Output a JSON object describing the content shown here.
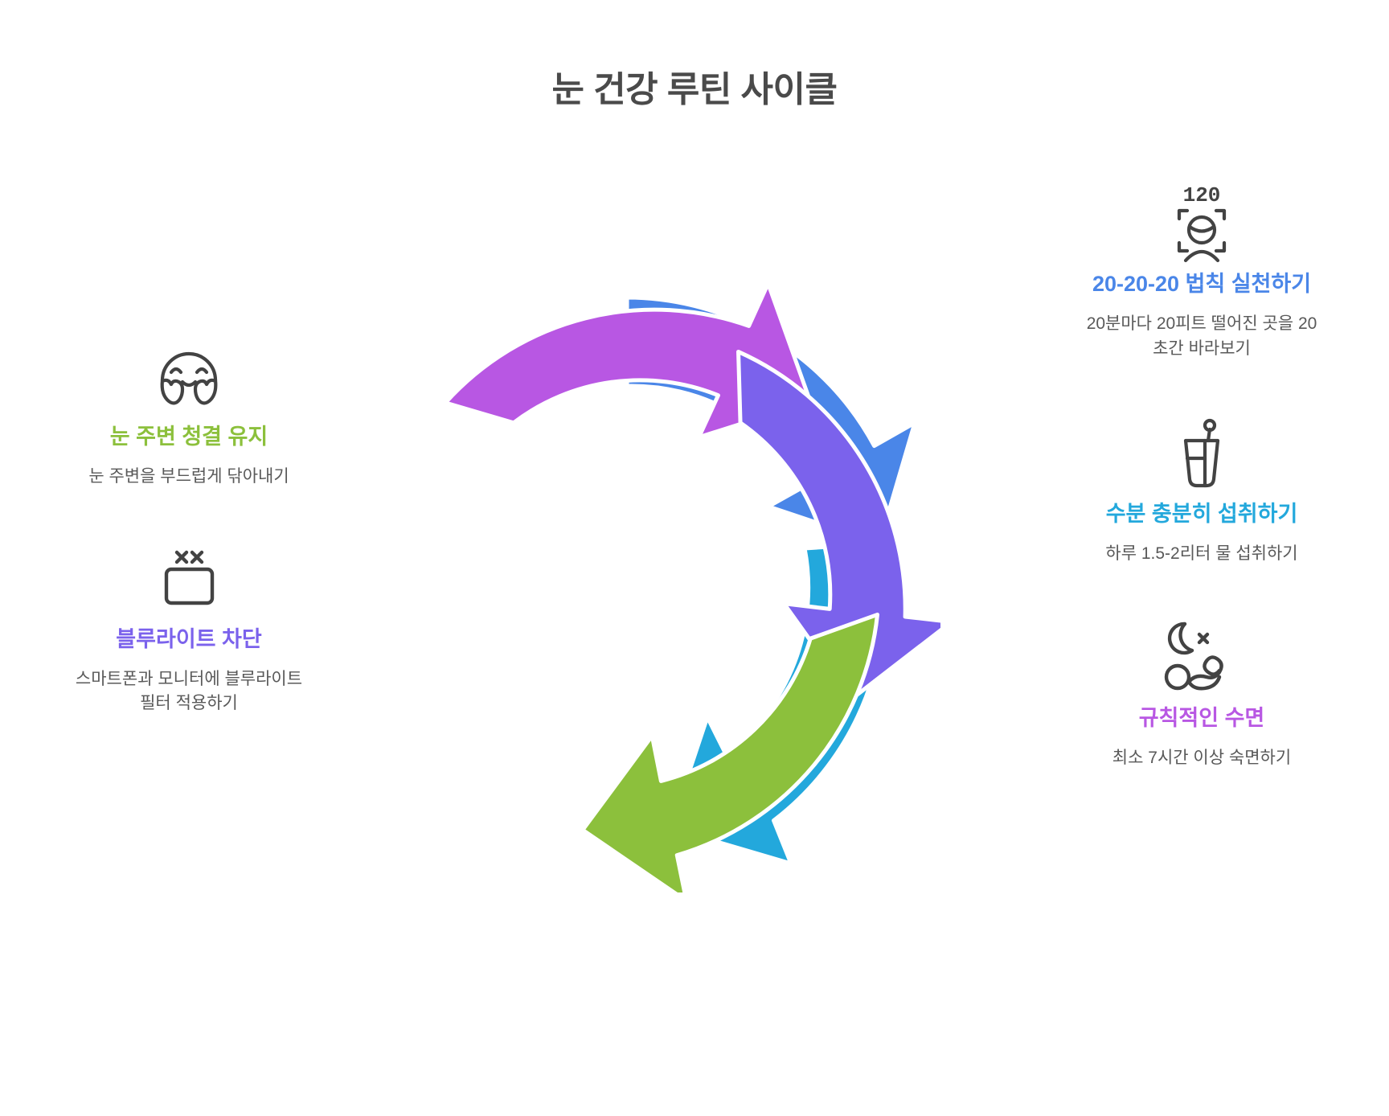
{
  "title": "눈 건강 루틴 사이클",
  "colors": {
    "title": "#4a4a4a",
    "blue": "#4a86e8",
    "cyan": "#23a8dc",
    "magenta": "#b857e3",
    "purple": "#7b62ec",
    "green": "#8cc03c",
    "body_text": "#595959",
    "icon_stroke": "#434343",
    "background": "#ffffff"
  },
  "wheel": {
    "segments": [
      {
        "name": "20-20-20 법칙 실천하기",
        "color": "#4a86e8"
      },
      {
        "name": "수분 충분히 섭취하기",
        "color": "#23a8dc"
      },
      {
        "name": "규칙적인 수면",
        "color": "#b857e3"
      },
      {
        "name": "블루라이트 차단",
        "color": "#7b62ec"
      },
      {
        "name": "눈 주변 청결 유지",
        "color": "#8cc03c"
      }
    ]
  },
  "right_items": [
    {
      "icon": "face-scan-120-icon",
      "icon_label": "120",
      "title": "20-20-20 법칙 실천하기",
      "title_color": "#4a86e8",
      "desc": "20분마다 20피트 떨어진 곳을 20초간 바라보기"
    },
    {
      "icon": "water-glass-icon",
      "title": "수분 충분히 섭취하기",
      "title_color": "#23a8dc",
      "desc": "하루 1.5-2리터 물 섭취하기"
    },
    {
      "icon": "sleeping-person-moon-icon",
      "title": "규칙적인 수면",
      "title_color": "#b857e3",
      "desc": "최소 7시간 이상 숙면하기"
    }
  ],
  "left_items": [
    {
      "icon": "face-with-hands-icon",
      "title": "눈 주변 청결 유지",
      "title_color": "#8cc03c",
      "desc": "눈 주변을 부드럽게 닦아내기"
    },
    {
      "icon": "screen-blocked-icon",
      "title": "블루라이트 차단",
      "title_color": "#7b62ec",
      "desc": "스마트폰과 모니터에 블루라이트 필터 적용하기"
    }
  ]
}
